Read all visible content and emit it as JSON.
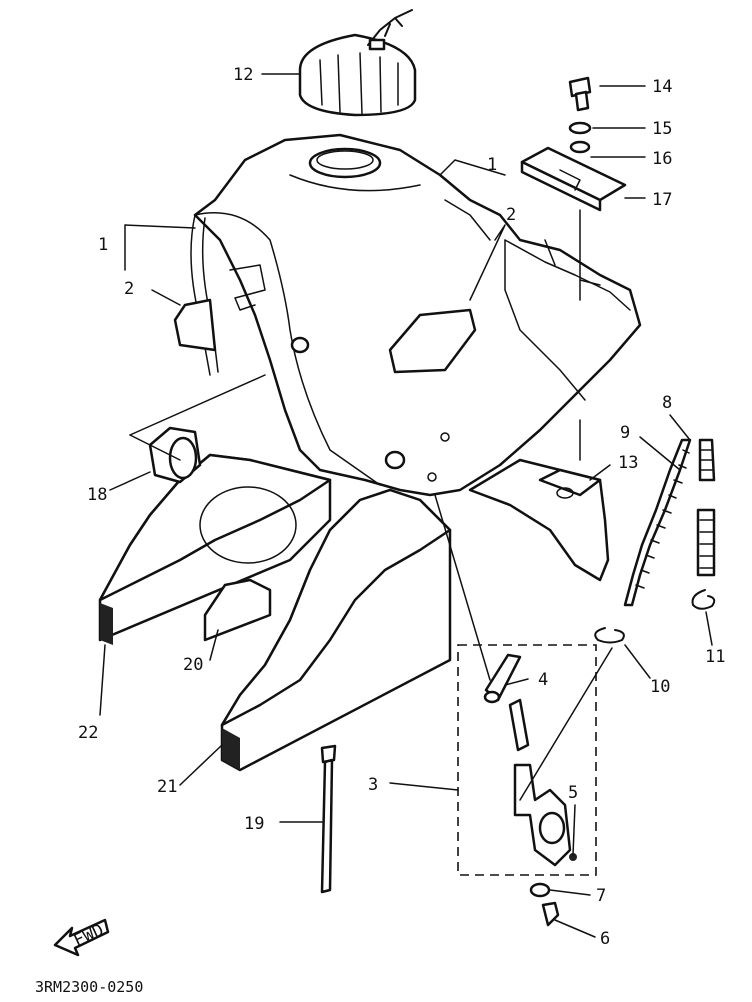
{
  "diagram": {
    "code": "3RM2300-0250",
    "fwd_label": "FWD",
    "callouts": [
      {
        "id": "c12",
        "label": "12"
      },
      {
        "id": "c14",
        "label": "14"
      },
      {
        "id": "c15",
        "label": "15"
      },
      {
        "id": "c16",
        "label": "16"
      },
      {
        "id": "c17",
        "label": "17"
      },
      {
        "id": "c1a",
        "label": "1"
      },
      {
        "id": "c2a",
        "label": "2"
      },
      {
        "id": "c1b",
        "label": "1"
      },
      {
        "id": "c2b",
        "label": "2"
      },
      {
        "id": "c8",
        "label": "8"
      },
      {
        "id": "c9",
        "label": "9"
      },
      {
        "id": "c13",
        "label": "13"
      },
      {
        "id": "c18",
        "label": "18"
      },
      {
        "id": "c11",
        "label": "11"
      },
      {
        "id": "c4",
        "label": "4"
      },
      {
        "id": "c10",
        "label": "10"
      },
      {
        "id": "c20",
        "label": "20"
      },
      {
        "id": "c22",
        "label": "22"
      },
      {
        "id": "c3",
        "label": "3"
      },
      {
        "id": "c5",
        "label": "5"
      },
      {
        "id": "c21",
        "label": "21"
      },
      {
        "id": "c19",
        "label": "19"
      },
      {
        "id": "c7",
        "label": "7"
      },
      {
        "id": "c6",
        "label": "6"
      }
    ]
  }
}
